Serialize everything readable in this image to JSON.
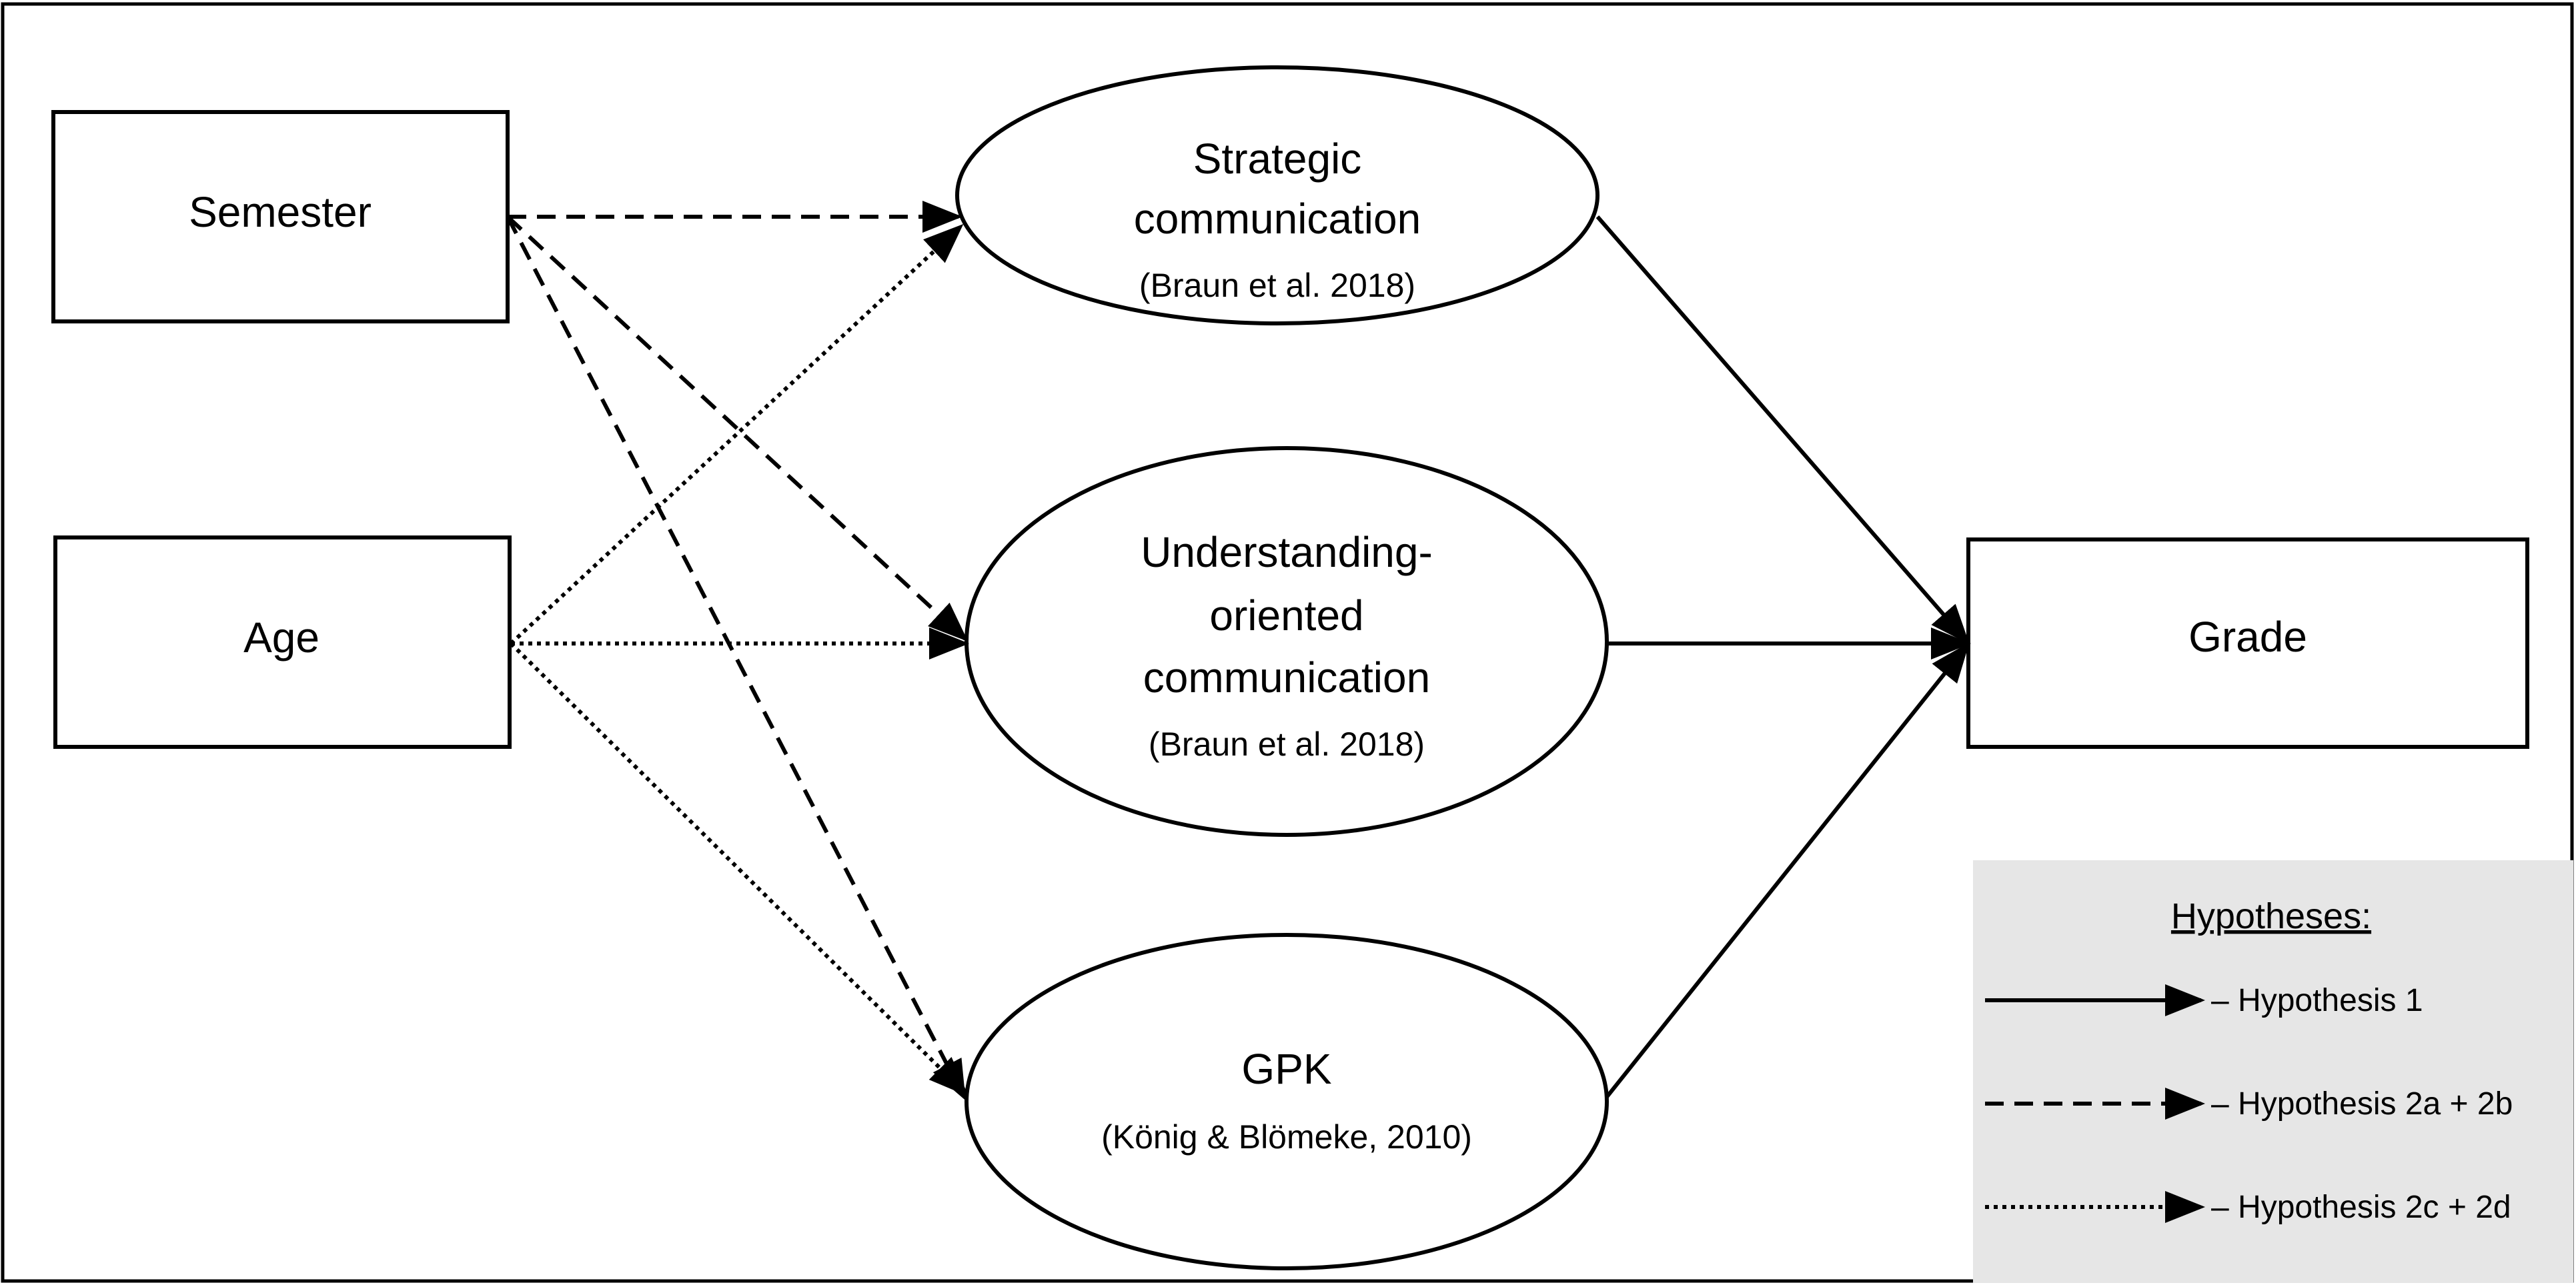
{
  "nodes": {
    "semester": {
      "lines": [
        "Semester"
      ]
    },
    "age": {
      "lines": [
        "Age"
      ]
    },
    "strategic": {
      "lines": [
        "Strategic",
        "communication"
      ],
      "citation": "(Braun et al. 2018)"
    },
    "understanding": {
      "lines": [
        "Understanding-",
        "oriented",
        "communication"
      ],
      "citation": "(Braun et al. 2018)"
    },
    "gpk": {
      "lines": [
        "GPK"
      ],
      "citation": "(König & Blömeke, 2010)"
    },
    "grade": {
      "lines": [
        "Grade"
      ]
    }
  },
  "legend": {
    "title": "Hypotheses:",
    "items": [
      {
        "style": "solid",
        "label": "– Hypothesis 1"
      },
      {
        "style": "dashed",
        "label": "– Hypothesis 2a + 2b"
      },
      {
        "style": "dotted",
        "label": "– Hypothesis 2c + 2d"
      }
    ]
  },
  "colors": {
    "stroke": "#000000",
    "legend_bg": "#e6e6e6",
    "background": "#ffffff"
  }
}
